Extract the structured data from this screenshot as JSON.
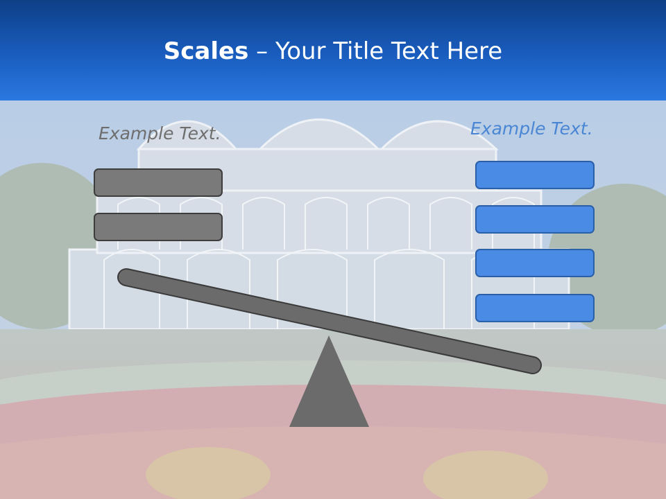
{
  "slide": {
    "title_bold": "Scales",
    "title_rest": " – Your Title Text Here",
    "left_caption": "Example Text.",
    "right_caption": "Example Text.",
    "colors": {
      "title_bar": "#1a5dbf",
      "left_boxes": "#7a7a7a",
      "right_boxes": "#4a8be6",
      "scale": "#666666",
      "left_caption": "#6e6e6e",
      "right_caption": "#4a86d4"
    },
    "left_box_count": 2,
    "right_box_count": 4
  }
}
